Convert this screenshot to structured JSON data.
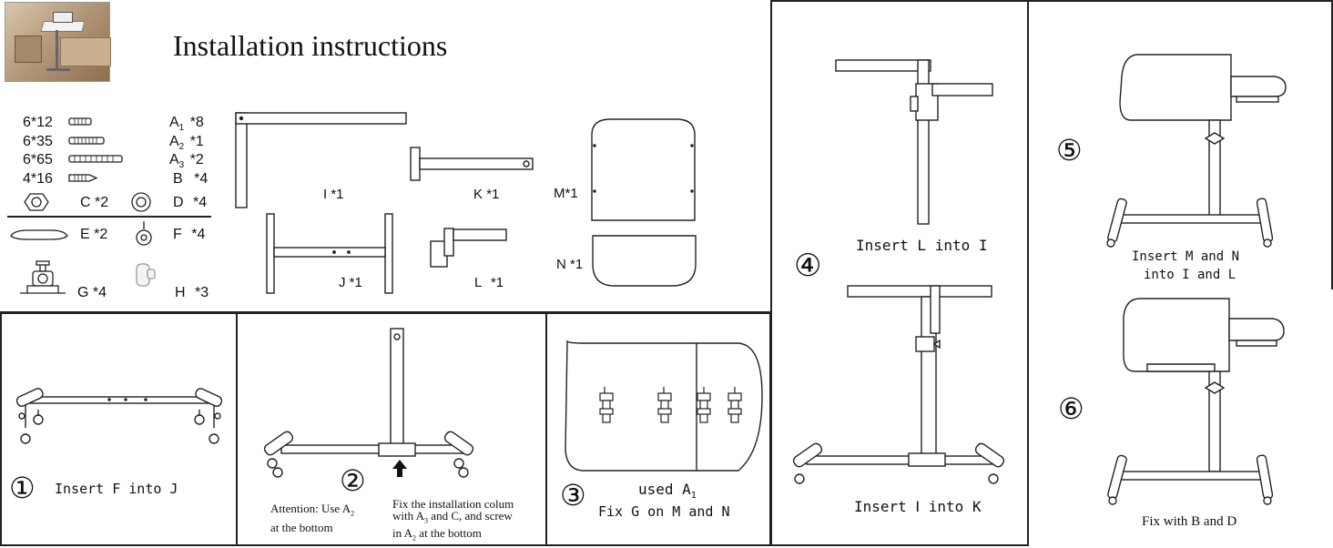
{
  "title": "Installation instructions",
  "photo": {
    "kind": "product-photo"
  },
  "parts": {
    "screws": [
      {
        "size": "6*12",
        "code": "A",
        "sub": "1",
        "qty": "*8"
      },
      {
        "size": "6*35",
        "code": "A",
        "sub": "2",
        "qty": "*1"
      },
      {
        "size": "6*65",
        "code": "A",
        "sub": "3",
        "qty": "*2"
      },
      {
        "size": "4*16",
        "code": "B",
        "sub": "",
        "qty": "*4"
      }
    ],
    "hardware": [
      {
        "code": "C",
        "qty": "*2"
      },
      {
        "code": "D",
        "qty": "*4"
      },
      {
        "code": "E",
        "qty": "*2"
      },
      {
        "code": "F",
        "qty": "*4"
      },
      {
        "code": "G",
        "qty": "*4"
      },
      {
        "code": "H",
        "qty": "*3"
      }
    ],
    "frame": [
      {
        "code": "I",
        "qty": "*1"
      },
      {
        "code": "K",
        "qty": "*1"
      },
      {
        "code": "J",
        "qty": "*1"
      },
      {
        "code": "L",
        "qty": "*1"
      },
      {
        "code": "M",
        "qty": "*1"
      },
      {
        "code": "N",
        "qty": "*1"
      }
    ]
  },
  "steps": {
    "s1": {
      "num": "①",
      "text": "Insert F into J"
    },
    "s2": {
      "num": "②",
      "note1_line1": "Attention: Use A",
      "note1_sub": "2",
      "note1_line2": "at the bottom",
      "note2_line1": "Fix the installation colum",
      "note2_line2a": "with A",
      "note2_sub3": "3",
      "note2_line2b": " and C, and screw",
      "note2_line3a": "in A",
      "note2_sub2": "2",
      "note2_line3b": " at the bottom"
    },
    "s3": {
      "num": "③",
      "used": "used A",
      "used_sub": "1",
      "text": "Fix G on M and N"
    },
    "s4": {
      "num": "④",
      "text_top": "Insert L into I",
      "text_bottom": "Insert Ⅰ into K"
    },
    "s5": {
      "num": "⑤",
      "line1": "Insert M and N",
      "line2": "into I and L"
    },
    "s6": {
      "num": "⑥",
      "text": "Fix with B and D"
    }
  },
  "colors": {
    "line": "#222222",
    "fill": "#ffffff",
    "photo_tone": "#b59a7a"
  }
}
